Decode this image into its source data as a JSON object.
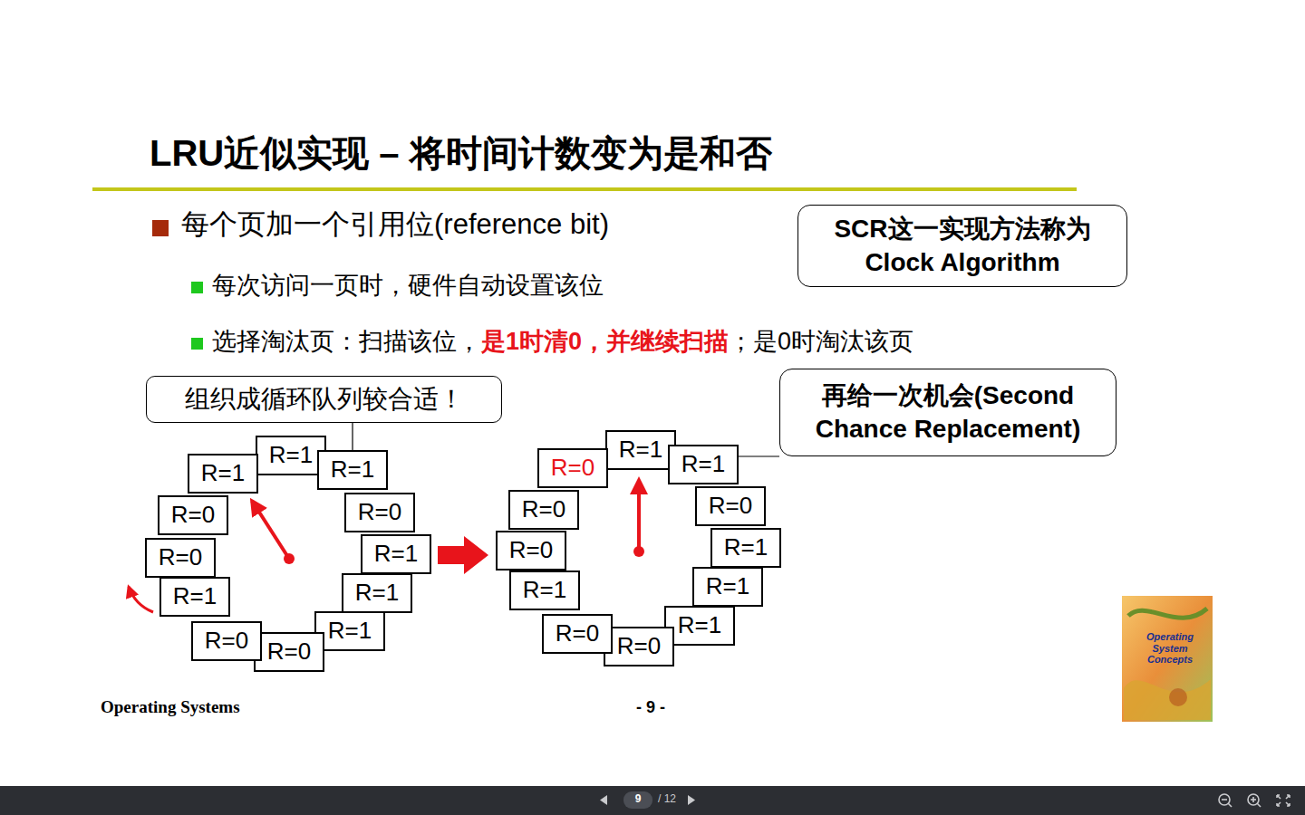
{
  "diagram": {
    "title": "LRU近似实现 – 将时间计数变为是和否",
    "nodes": [
      {
        "text": [
          "SCR这一实现方法称为 Clock Algorithm"
        ]
      },
      {
        "text": [
          "组织成循环队列较合适！"
        ]
      },
      {
        "text": [
          "再给一次机会(Second Chance Replacement)"
        ]
      },
      {
        "text": [
          "R=1"
        ]
      },
      {
        "text": [
          "R=1"
        ]
      },
      {
        "text": [
          "R=0"
        ]
      },
      {
        "text": [
          "R=1"
        ]
      },
      {
        "text": [
          "R=1"
        ]
      },
      {
        "text": [
          "R=1"
        ]
      },
      {
        "text": [
          "R=0"
        ]
      },
      {
        "text": [
          "R=0"
        ]
      },
      {
        "text": [
          "R=1"
        ]
      },
      {
        "text": [
          "R=0"
        ]
      },
      {
        "text": [
          "R=0"
        ]
      },
      {
        "text": [
          "R=1"
        ]
      },
      {
        "text": [
          "R=1"
        ]
      },
      {
        "text": [
          "R=1"
        ]
      },
      {
        "text": [
          "R=0"
        ]
      },
      {
        "text": [
          "R=1"
        ]
      },
      {
        "text": [
          "R=1"
        ]
      },
      {
        "text": [
          "R=1"
        ]
      },
      {
        "text": [
          "R=0"
        ]
      },
      {
        "text": [
          "R=0"
        ]
      },
      {
        "text": [
          "R=1"
        ]
      },
      {
        "text": [
          "R=0"
        ]
      },
      {
        "text": [
          "R=0"
        ]
      },
      {
        "text": [
          "R=0"
        ]
      }
    ],
    "edges": [
      {
        "from": 1,
        "to": 4,
        "arrow": "none"
      },
      {
        "from": 2,
        "to": 16,
        "arrow": "none"
      }
    ],
    "labels": [
      "每个页加一个引用位(reference bit)",
      "每次访问一页时，硬件自动设置该位",
      "选择淘汰页：扫描该位，",
      "是1时清0，并继续扫描",
      "；是0时淘汰该页",
      "Operating Systems",
      "- 9 -",
      "9",
      "/ 12",
      "Operating System Concepts"
    ]
  }
}
